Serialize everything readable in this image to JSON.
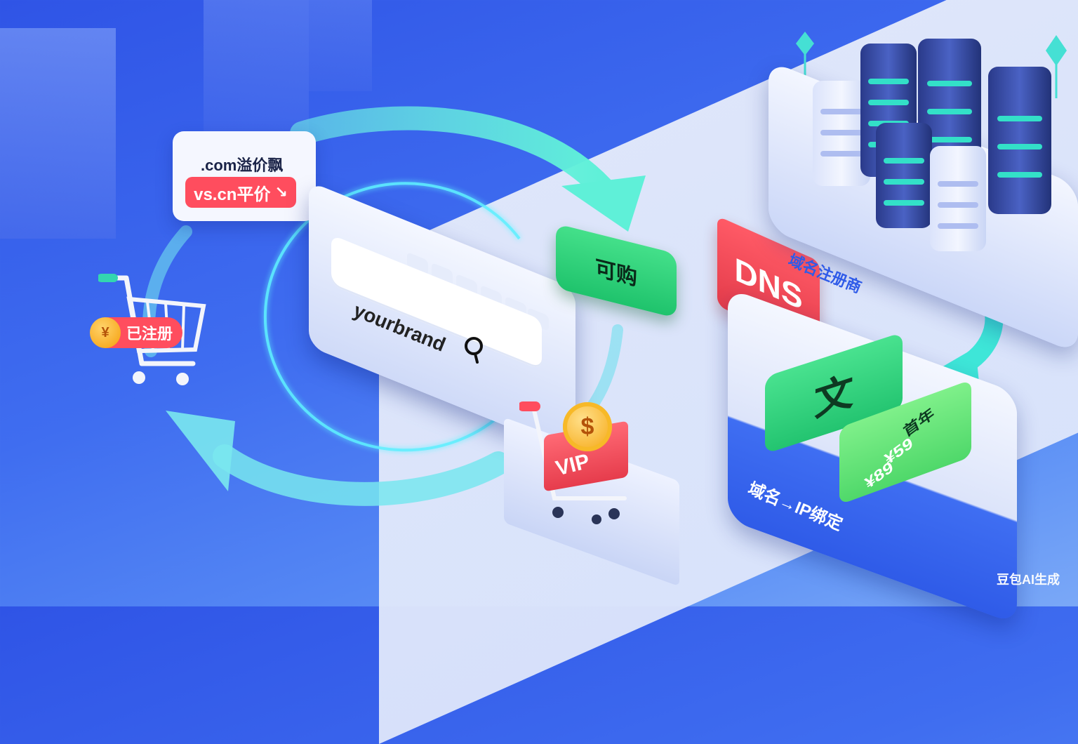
{
  "price_card": {
    "line1": ".com溢价飘",
    "line2": "vs.cn平价",
    "line2_icon": "down-trend-icon"
  },
  "search": {
    "query": "yourbrand",
    "icon": "search-icon"
  },
  "available_badge": "可购",
  "dns_sign": "DNS",
  "registrar_label": "域名注册商",
  "lang_card_text": "文",
  "binding": {
    "label": "域名→IP绑定",
    "price_title": "首年",
    "price1": "¥59",
    "price2": "¥89"
  },
  "cart_badge": {
    "coin_symbol": "¥",
    "label": "已注册"
  },
  "vip_cart": {
    "label": "VIP",
    "coin_symbol": "$"
  },
  "watermark": "豆包AI生成",
  "colors": {
    "accent_blue": "#2f5be8",
    "green": "#23c470",
    "red": "#ff4d5e",
    "cyan": "#33e0c8"
  }
}
